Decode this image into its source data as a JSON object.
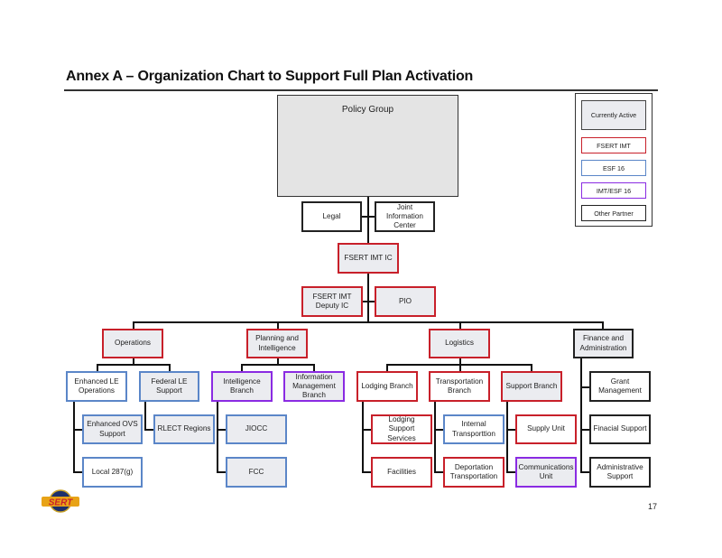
{
  "page": {
    "title": "Annex A – Organization Chart to Support Full Plan Activation",
    "page_number": "17",
    "logo_text": "SERT"
  },
  "legend": {
    "items": [
      {
        "label": "Currently Active",
        "style": "gray-fill"
      },
      {
        "label": "FSERT IMT",
        "color": "#c8202a"
      },
      {
        "label": "ESF 16",
        "color": "#5b86c8"
      },
      {
        "label": "IMT/ESF 16",
        "color": "#8a2be2"
      },
      {
        "label": "Other Partner",
        "color": "#222222"
      }
    ]
  },
  "colors": {
    "fsert_imt": "#c8202a",
    "esf16": "#5b86c8",
    "imt_esf16": "#8a2be2",
    "other_partner": "#222222",
    "active_fill": "#ebecf0"
  },
  "nodes": {
    "policy_group": "Policy Group",
    "legal": "Legal",
    "jic": "Joint Information Center",
    "fsert_ic": "FSERT IMT IC",
    "deputy_ic": "FSERT IMT Deputy IC",
    "pio": "PIO",
    "operations": "Operations",
    "planning": "Planning and Intelligence",
    "logistics": "Logistics",
    "finance": "Finance and Administration",
    "enhanced_le_ops": "Enhanced LE Operations",
    "federal_le_support": "Federal LE Support",
    "enhanced_ovs": "Enhanced OVS Support",
    "local_287g": "Local 287(g)",
    "rlect_regions": "RLECT Regions",
    "intel_branch": "Intelligence Branch",
    "info_mgmt_branch": "Information Management Branch",
    "jiocc": "JIOCC",
    "fcc": "FCC",
    "lodging_branch": "Lodging Branch",
    "transportation_branch": "Transportation Branch",
    "support_branch": "Support Branch",
    "lodging_support": "Lodging Support Services",
    "facilities": "Facilities",
    "internal_transport": "Internal Transporttion",
    "deportation_transport": "Deportation Transportation",
    "supply_unit": "Supply Unit",
    "comm_unit": "Communications Unit",
    "grant_mgmt": "Grant Management",
    "financial_support": "Finacial Support",
    "admin_support": "Administrative Support"
  }
}
